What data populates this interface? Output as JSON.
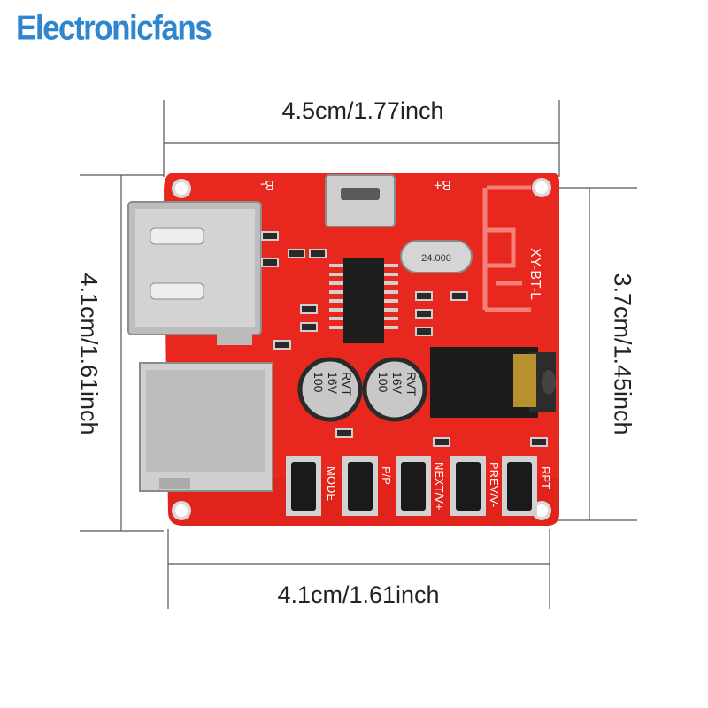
{
  "brand": "Electronicfans",
  "dimensions": {
    "top": "4.5cm/1.77inch",
    "bottom": "4.1cm/1.61inch",
    "left": "4.1cm/1.61inch",
    "right": "3.7cm/1.45inch"
  },
  "silkscreen": {
    "b_minus": "B-",
    "b_plus": "B+",
    "model": "XY-BT-L",
    "crystal": "24.000",
    "capacitor_lines": [
      "100",
      "16V",
      "RVT"
    ],
    "buttons": [
      "MODE",
      "P/P",
      "NEXT/V+",
      "PREV/V-",
      "RPT"
    ]
  },
  "colors": {
    "pcb": "#e8271e",
    "pcb_dark": "#c51e16",
    "brand": "#2f86cf",
    "metal": "#c9c9c9"
  }
}
